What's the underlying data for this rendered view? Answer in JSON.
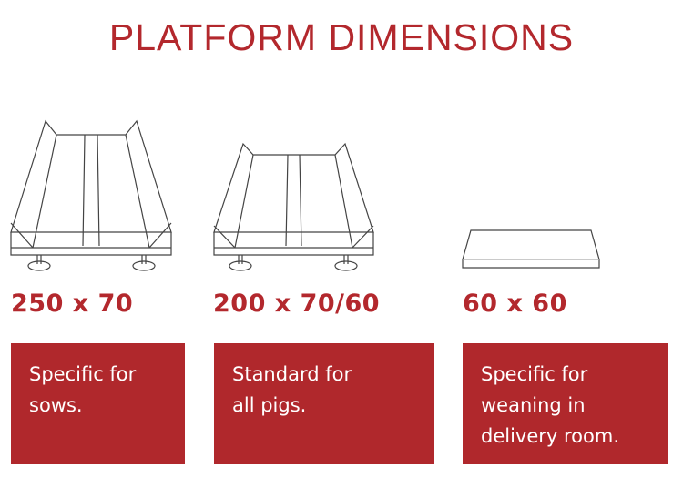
{
  "title": "PLATFORM DIMENSIONS",
  "accent_color": "#b0282c",
  "platforms": [
    {
      "dimensions": "250 x 70",
      "description": "Specific for sows.",
      "lines": [
        "Specific for",
        "sows."
      ]
    },
    {
      "dimensions": "200 x 70/60",
      "description": "Standard for all pigs.",
      "lines": [
        "Standard for",
        "all pigs."
      ]
    },
    {
      "dimensions": "60 x 60",
      "description": "Specific for weaning in delivery room.",
      "lines": [
        "Specific for",
        "weaning in",
        "delivery room."
      ]
    }
  ]
}
